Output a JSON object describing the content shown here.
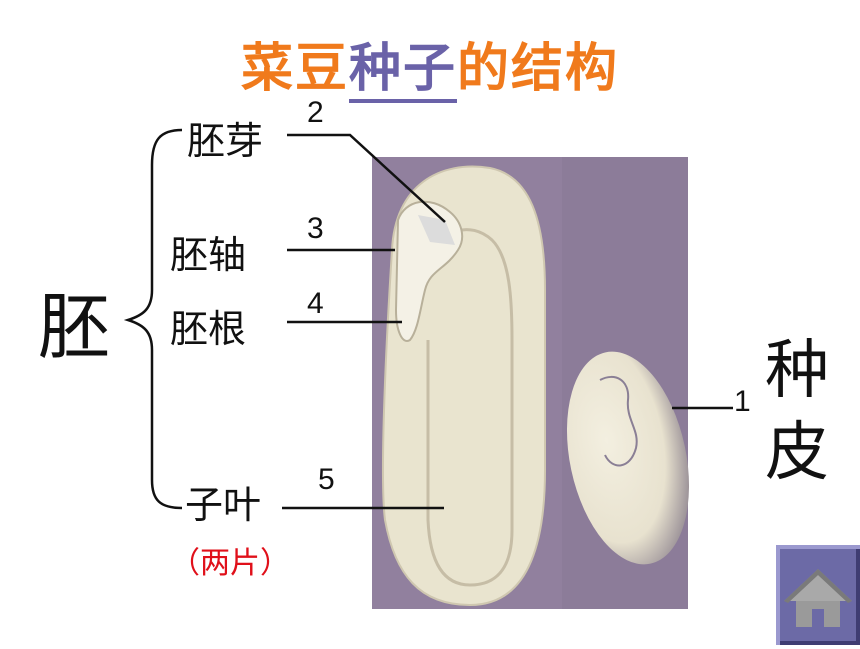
{
  "title": {
    "part1": "菜豆",
    "part2": "种子",
    "part3": "的结构"
  },
  "embryo": {
    "label": "胚",
    "parts": [
      {
        "name": "胚芽",
        "number": "2"
      },
      {
        "name": "胚轴",
        "number": "3"
      },
      {
        "name": "胚根",
        "number": "4"
      },
      {
        "name": "子叶",
        "number": "5"
      }
    ],
    "cotyledon_note": "（两片）"
  },
  "seed_coat": {
    "label_line1": "种",
    "label_line2": "皮",
    "number": "1"
  },
  "nav": {
    "icon": "home-icon"
  },
  "colors": {
    "title_orange": "#f07a1c",
    "title_purple": "#6a62a8",
    "note_red": "#e0101a",
    "photo_bg": "#8c7c99",
    "button": "#6c6aa6"
  }
}
